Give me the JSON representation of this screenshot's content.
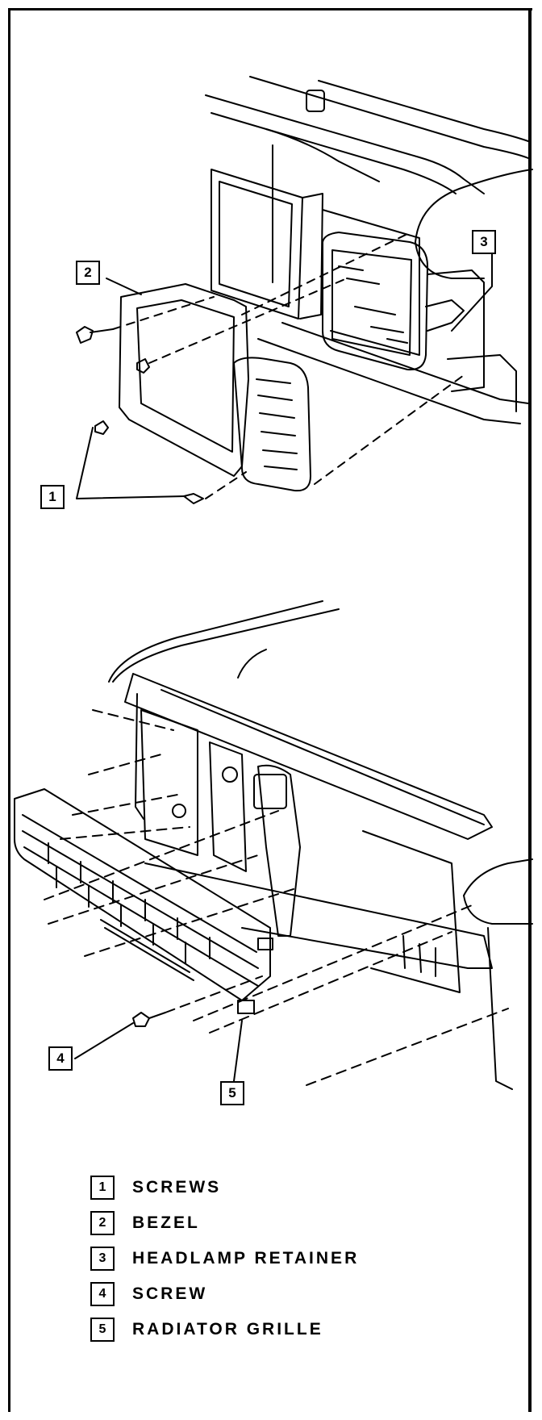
{
  "callouts": [
    {
      "number": "1",
      "label": "SCREWS"
    },
    {
      "number": "2",
      "label": "BEZEL"
    },
    {
      "number": "3",
      "label": "HEADLAMP RETAINER"
    },
    {
      "number": "4",
      "label": "SCREW"
    },
    {
      "number": "5",
      "label": "RADIATOR GRILLE"
    }
  ],
  "colors": {
    "ink": "#000000",
    "paper": "#ffffff"
  }
}
